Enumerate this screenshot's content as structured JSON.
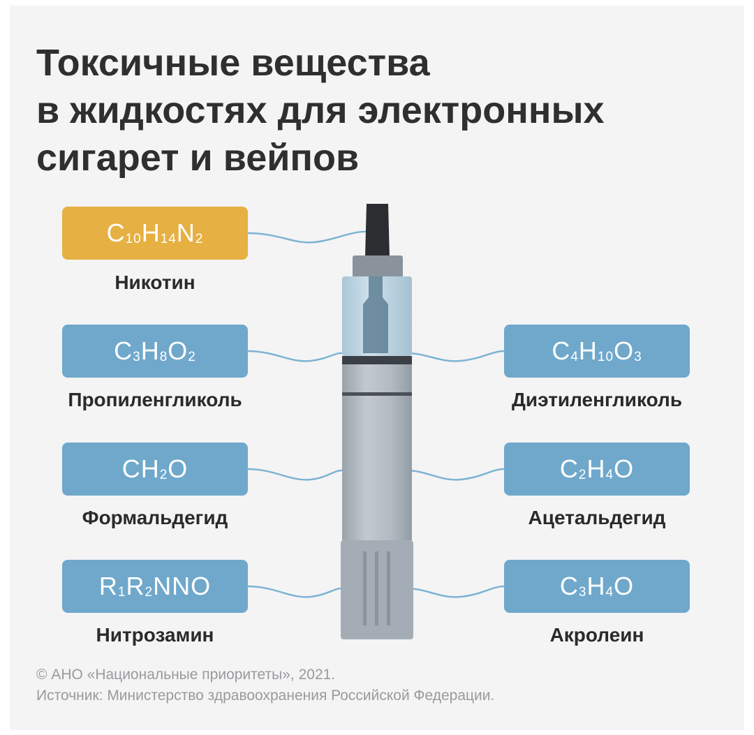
{
  "title": {
    "line1": "Токсичные вещества",
    "line2": "в жидкостях для электронных",
    "line3": "сигарет и вейпов"
  },
  "colors": {
    "nicotine_box": "#e6b042",
    "formula_box": "#6fa8cb",
    "connector": "#7db3d2",
    "background": "#f4f4f5"
  },
  "substances": {
    "nicotine": {
      "formula_html": "C<sub>10</sub>H<sub>14</sub>N<sub>2</sub>",
      "name": "Никотин"
    },
    "propylene": {
      "formula_html": "C<sub>3</sub>H<sub>8</sub>O<sub>2</sub>",
      "name": "Пропиленгликоль"
    },
    "diethylene": {
      "formula_html": "C<sub>4</sub>H<sub>10</sub>O<sub>3</sub>",
      "name": "Диэтиленгликоль"
    },
    "formaldehyde": {
      "formula_html": "CH<sub>2</sub>O",
      "name": "Формальдегид"
    },
    "acetaldehyde": {
      "formula_html": "C<sub>2</sub>H<sub>4</sub>O",
      "name": "Ацетальдегид"
    },
    "nitrosamine": {
      "formula_html": "R<sub>1</sub>R<sub>2</sub>NNO",
      "name": "Нитрозамин"
    },
    "acrolein": {
      "formula_html": "C<sub>3</sub>H<sub>4</sub>O",
      "name": "Акролеин"
    }
  },
  "footer": {
    "copyright": "© АНО «Национальные приоритеты», 2021.",
    "source": "Источник: Министерство здравоохранения Российской Федерации."
  }
}
